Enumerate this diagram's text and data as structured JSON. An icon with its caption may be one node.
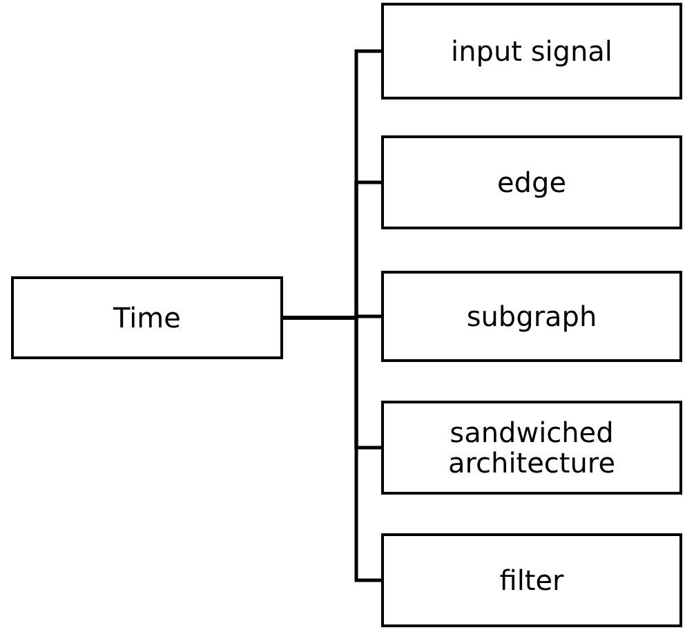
{
  "diagram": {
    "nodes": [
      {
        "text": [
          "Time"
        ]
      },
      {
        "text": [
          "input signal"
        ]
      },
      {
        "text": [
          "edge"
        ]
      },
      {
        "text": [
          "subgraph"
        ]
      },
      {
        "text": [
          "sandwiched architecture"
        ]
      },
      {
        "text": [
          "filter"
        ]
      }
    ],
    "edges": [
      {
        "from": 0,
        "to": 1,
        "arrow": "none"
      },
      {
        "from": 0,
        "to": 2,
        "arrow": "none"
      },
      {
        "from": 0,
        "to": 3,
        "arrow": "none"
      },
      {
        "from": 0,
        "to": 4,
        "arrow": "none"
      },
      {
        "from": 0,
        "to": 5,
        "arrow": "none"
      }
    ]
  }
}
